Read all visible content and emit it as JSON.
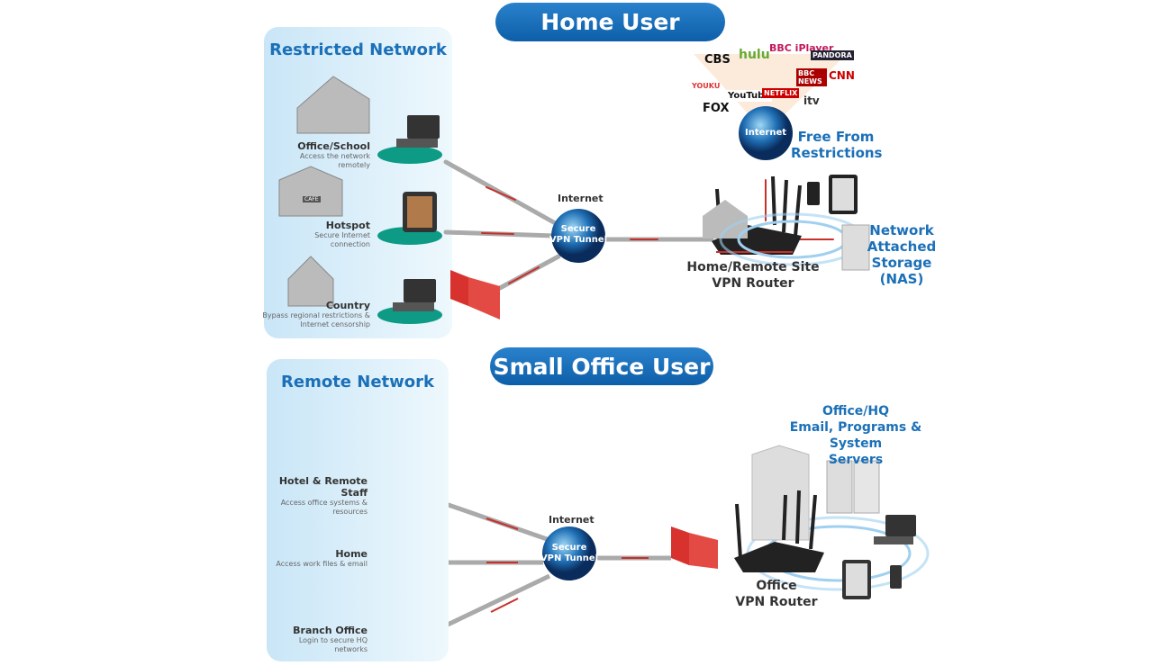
{
  "home": {
    "title": "Home User",
    "panel_title": "Restricted Network",
    "sources": [
      {
        "name": "Office/School",
        "desc1": "Access the network",
        "desc2": "remotely"
      },
      {
        "name": "Hotspot",
        "desc1": "Secure Internet",
        "desc2": "connection"
      },
      {
        "name": "Country",
        "desc1": "Bypass regional restrictions &",
        "desc2": "Internet censorship"
      }
    ],
    "internet_label": "Internet",
    "tunnel_label1": "Secure",
    "tunnel_label2": "VPN Tunnel",
    "router_label1": "Home/Remote Site",
    "router_label2": "VPN Router",
    "globe_label": "Internet",
    "free_label1": "Free From",
    "free_label2": "Restrictions",
    "nas_label": [
      "Network",
      "Attached",
      "Storage",
      "(NAS)"
    ],
    "cafe_sign": "CAFE",
    "logos": [
      "CBS",
      "hulu",
      "BBC iPlayer",
      "PANDORA",
      "YOUKU",
      "FOX",
      "YouTube",
      "NETFLIX",
      "BBC NEWS",
      "CNN",
      "itv"
    ]
  },
  "office": {
    "title": "Small Office User",
    "panel_title": "Remote Network",
    "sources": [
      {
        "name": "Hotel & Remote Staff",
        "desc1": "Access office systems &",
        "desc2": "resources"
      },
      {
        "name": "Home",
        "desc1": "Access  work files & email",
        "desc2": ""
      },
      {
        "name": "Branch Office",
        "desc1": "Login to secure HQ",
        "desc2": "networks"
      }
    ],
    "internet_label": "Internet",
    "tunnel_label1": "Secure",
    "tunnel_label2": "VPN Tunnel",
    "hq_label": [
      "Office/HQ",
      "Email, Programs & System",
      "Servers"
    ],
    "router_label1": "Office",
    "router_label2": "VPN Router"
  },
  "colors": {
    "brand_blue": "#1b70b8",
    "teal": "#0e9b86",
    "firewall": "#d7322d",
    "arrow": "#c8302a"
  }
}
